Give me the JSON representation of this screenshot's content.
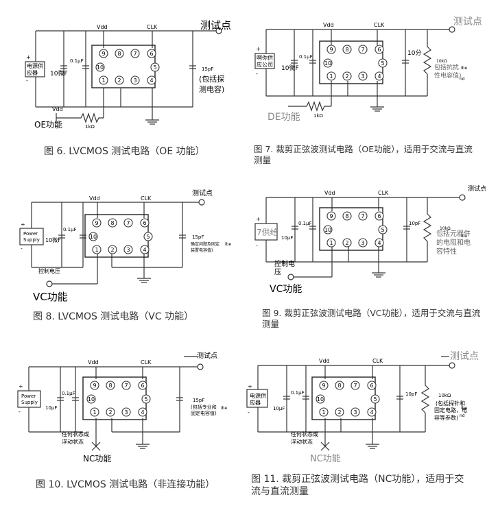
{
  "fig6": {
    "caption": "图 6. LVCMOS 测试电路（OE 功能）",
    "vdd": "Vdd",
    "clk": "CLK",
    "tp": "测试点",
    "supply": [
      "电源供",
      "应器"
    ],
    "plus": "+",
    "minus": "-",
    "cap_small": "0.1μF",
    "cap_big": "10微F",
    "load": "15pF",
    "load_note": [
      "(包括探",
      "测电容)"
    ],
    "ctrl_vdd": "Vdd",
    "res": "1kΩ",
    "func": "OE功能",
    "pins": [
      "9",
      "8",
      "7",
      "6",
      "10",
      "5",
      "1",
      "2",
      "3",
      "4"
    ]
  },
  "fig7": {
    "caption": [
      "图 7. 裁剪正弦波测试电路（OE功能），适用于交流与直流",
      "测量"
    ],
    "vdd": "Vdd",
    "clk": "CLK",
    "tp": "测试点",
    "supply": [
      "啊你供",
      "应公司"
    ],
    "plus": "+",
    "minus": "-",
    "cap_small": "0.1μF",
    "cap_big": "10微F",
    "load": "10分",
    "load_note": [
      "包括抗扰",
      "性电容值)"
    ],
    "res_value": "10kΩ",
    "res_extra": [
      "ibe",
      "nd"
    ],
    "res": "1kΩ",
    "func": "DE功能",
    "pins": [
      "9",
      "8",
      "7",
      "6",
      "10",
      "5",
      "1",
      "2",
      "3",
      "4"
    ]
  },
  "fig8": {
    "caption": "图 8. LVCMOS 测试电路（VC 功能）",
    "vdd": "Vdd",
    "clk": "CLK",
    "tp": "测试点",
    "supply": [
      "Power",
      "Supply"
    ],
    "plus": "+",
    "minus": "-",
    "cap_small": "0.1μF",
    "cap_big": "10微F",
    "load": "15pF",
    "load_note": [
      "确定问题及固定",
      "装置电容值)"
    ],
    "load_extra": "ibe",
    "ctrl": "控制电压",
    "func": "VC功能",
    "pins": [
      "9",
      "8",
      "7",
      "6",
      "10",
      "5",
      "1",
      "2",
      "3",
      "4"
    ]
  },
  "fig9": {
    "caption": [
      "图 9. 裁剪正弦波测试电路（VC功能），适用于交流与直流",
      "测量"
    ],
    "vdd": "Vdd",
    "clk": "CLK",
    "tp": "测试点",
    "supply": [
      "7供给"
    ],
    "plus": "+",
    "minus": "-",
    "cap_small": "0.1μF",
    "cap_big": "10μF",
    "load": "10pF",
    "res_value": "10kΩ",
    "res_extra": [
      "ibe"
    ],
    "load_note": [
      "包括元器件",
      "的电阻和电",
      "容特性"
    ],
    "ctrl": [
      "控制电",
      "压"
    ],
    "func": "VC功能",
    "pins": [
      "9",
      "8",
      "7",
      "6",
      "10",
      "5",
      "1",
      "2",
      "3",
      "4"
    ]
  },
  "fig10": {
    "caption": "图 10. LVCMOS 测试电路（非连接功能）",
    "vdd": "Vdd",
    "clk": "CLK",
    "tp": "测试点",
    "supply": [
      "Power",
      "Supply"
    ],
    "plus": "+",
    "minus": "-",
    "cap_small": "0.1μF",
    "cap_big": "10μF",
    "load": "15pF",
    "load_note": [
      "(包括专业和",
      "固定电容值)"
    ],
    "load_extra": "ibe",
    "state": [
      "任何状态或",
      "浮动状态"
    ],
    "func": "NC功能",
    "pins": [
      "9",
      "8",
      "7",
      "6",
      "10",
      "5",
      "1",
      "2",
      "3",
      "4"
    ]
  },
  "fig11": {
    "caption": [
      "图 11. 裁剪正弦波测试电路（NC功能），适用于交",
      "流与直流测量"
    ],
    "vdd": "Vdd",
    "clk": "CLK",
    "tp": "测试点",
    "supply": [
      "电源供",
      "应器"
    ],
    "plus": "+",
    "minus": "-",
    "cap_small": "0.1μF",
    "cap_big": "10μF",
    "load": "10pF",
    "res_value": "10kΩ",
    "res_extra": [
      "ibe",
      "nd"
    ],
    "load_note": [
      "(包括探针和",
      "固定电路，电",
      "容等参数)"
    ],
    "state": [
      "任何状态或",
      "浮动状态"
    ],
    "func": "NC功能",
    "pins": [
      "9",
      "8",
      "7",
      "6",
      "10",
      "5",
      "1",
      "2",
      "3",
      "4"
    ]
  }
}
